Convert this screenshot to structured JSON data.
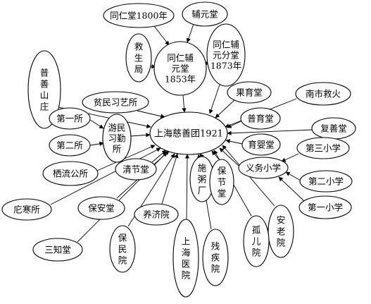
{
  "center": {
    "label": "上海慈善团1921"
  },
  "nodes": [
    {
      "id": "tongren1800",
      "label": "同仁堂1800年"
    },
    {
      "id": "fuyuan",
      "label": "辅元堂"
    },
    {
      "id": "jiusheng",
      "label": "救生局"
    },
    {
      "id": "tongrenfuyuan1853",
      "label": "同仁辅元堂1853年"
    },
    {
      "id": "fenfutang1873",
      "label": "同仁辅元分堂1873年"
    },
    {
      "id": "pushan",
      "label": "普善山庄"
    },
    {
      "id": "pinmin",
      "label": "贫民习艺所"
    },
    {
      "id": "guoyu",
      "label": "果育堂"
    },
    {
      "id": "nanshi",
      "label": "南市救火"
    },
    {
      "id": "puyu",
      "label": "普育堂"
    },
    {
      "id": "fushan",
      "label": "复善堂"
    },
    {
      "id": "diyisuo",
      "label": "第一所"
    },
    {
      "id": "diersuo",
      "label": "第二所"
    },
    {
      "id": "youmin",
      "label": "游民习勤所"
    },
    {
      "id": "yuying",
      "label": "育婴堂"
    },
    {
      "id": "disan",
      "label": "第三小学"
    },
    {
      "id": "yiwu",
      "label": "义务小学"
    },
    {
      "id": "dier",
      "label": "第二小学"
    },
    {
      "id": "diyi",
      "label": "第一小学"
    },
    {
      "id": "qiliu",
      "label": "栖流公所"
    },
    {
      "id": "qingjie",
      "label": "清节堂"
    },
    {
      "id": "shizhou",
      "label": "施粥厂"
    },
    {
      "id": "baojie",
      "label": "保节堂"
    },
    {
      "id": "tuohan",
      "label": "庀寒所"
    },
    {
      "id": "baoan",
      "label": "保安堂"
    },
    {
      "id": "yangji",
      "label": "养济院"
    },
    {
      "id": "anlao",
      "label": "安老院"
    },
    {
      "id": "sanzhi",
      "label": "三知堂"
    },
    {
      "id": "baomin",
      "label": "保民院"
    },
    {
      "id": "haiyiyuan",
      "label": "上海医院"
    },
    {
      "id": "canji",
      "label": "残疾院"
    },
    {
      "id": "guer",
      "label": "孤儿院"
    }
  ]
}
